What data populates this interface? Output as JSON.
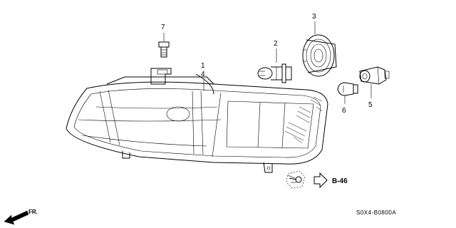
{
  "callouts": {
    "c1": "1",
    "c4": "4",
    "c2": "2",
    "c3": "3",
    "c5": "5",
    "c6": "6",
    "c7": "7"
  },
  "reference": {
    "label": "B-46"
  },
  "direction": {
    "label": "FR."
  },
  "drawing_code": "S0X4-B0800A",
  "icons": {
    "reference_arrow": "hollow-right-arrow-icon",
    "front_arrow": "front-direction-arrow-icon"
  }
}
